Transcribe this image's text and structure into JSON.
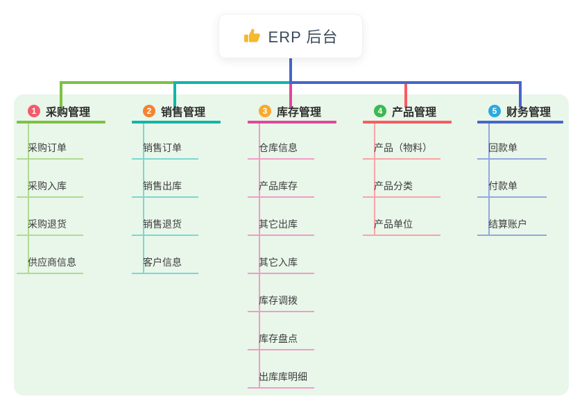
{
  "root": {
    "title": "ERP 后台",
    "icon": "thumbs-up-icon",
    "icon_color": "#F5B82E",
    "text_color": "#3B4A5B",
    "connector_color": "#4865CC"
  },
  "canvas": {
    "page_bg": "#FFFFFF",
    "panel_bg": "#E9F6EA"
  },
  "branches": [
    {
      "index": "1",
      "label": "采购管理",
      "badge_color": "#F25B6C",
      "line_color": "#7DC242",
      "child_line_color": "#AFDB92",
      "children": [
        "采购订单",
        "采购入库",
        "采购退货",
        "供应商信息"
      ]
    },
    {
      "index": "2",
      "label": "销售管理",
      "badge_color": "#F58231",
      "line_color": "#12B5A8",
      "child_line_color": "#7CD7CF",
      "children": [
        "销售订单",
        "销售出库",
        "销售退货",
        "客户信息"
      ]
    },
    {
      "index": "3",
      "label": "库存管理",
      "badge_color": "#F9A92C",
      "line_color": "#E0479A",
      "child_line_color": "#F19CC7",
      "children": [
        "仓库信息",
        "产品库存",
        "其它出库",
        "其它入库",
        "库存调拨",
        "库存盘点",
        "出库库明细"
      ]
    },
    {
      "index": "4",
      "label": "产品管理",
      "badge_color": "#3DB852",
      "line_color": "#F65C61",
      "child_line_color": "#F9A3A6",
      "children": [
        "产品（物料）",
        "产品分类",
        "产品单位"
      ]
    },
    {
      "index": "5",
      "label": "财务管理",
      "badge_color": "#2BA9DE",
      "line_color": "#4865CC",
      "child_line_color": "#93A8DC",
      "children": [
        "回款单",
        "付款单",
        "结算账户"
      ]
    }
  ]
}
